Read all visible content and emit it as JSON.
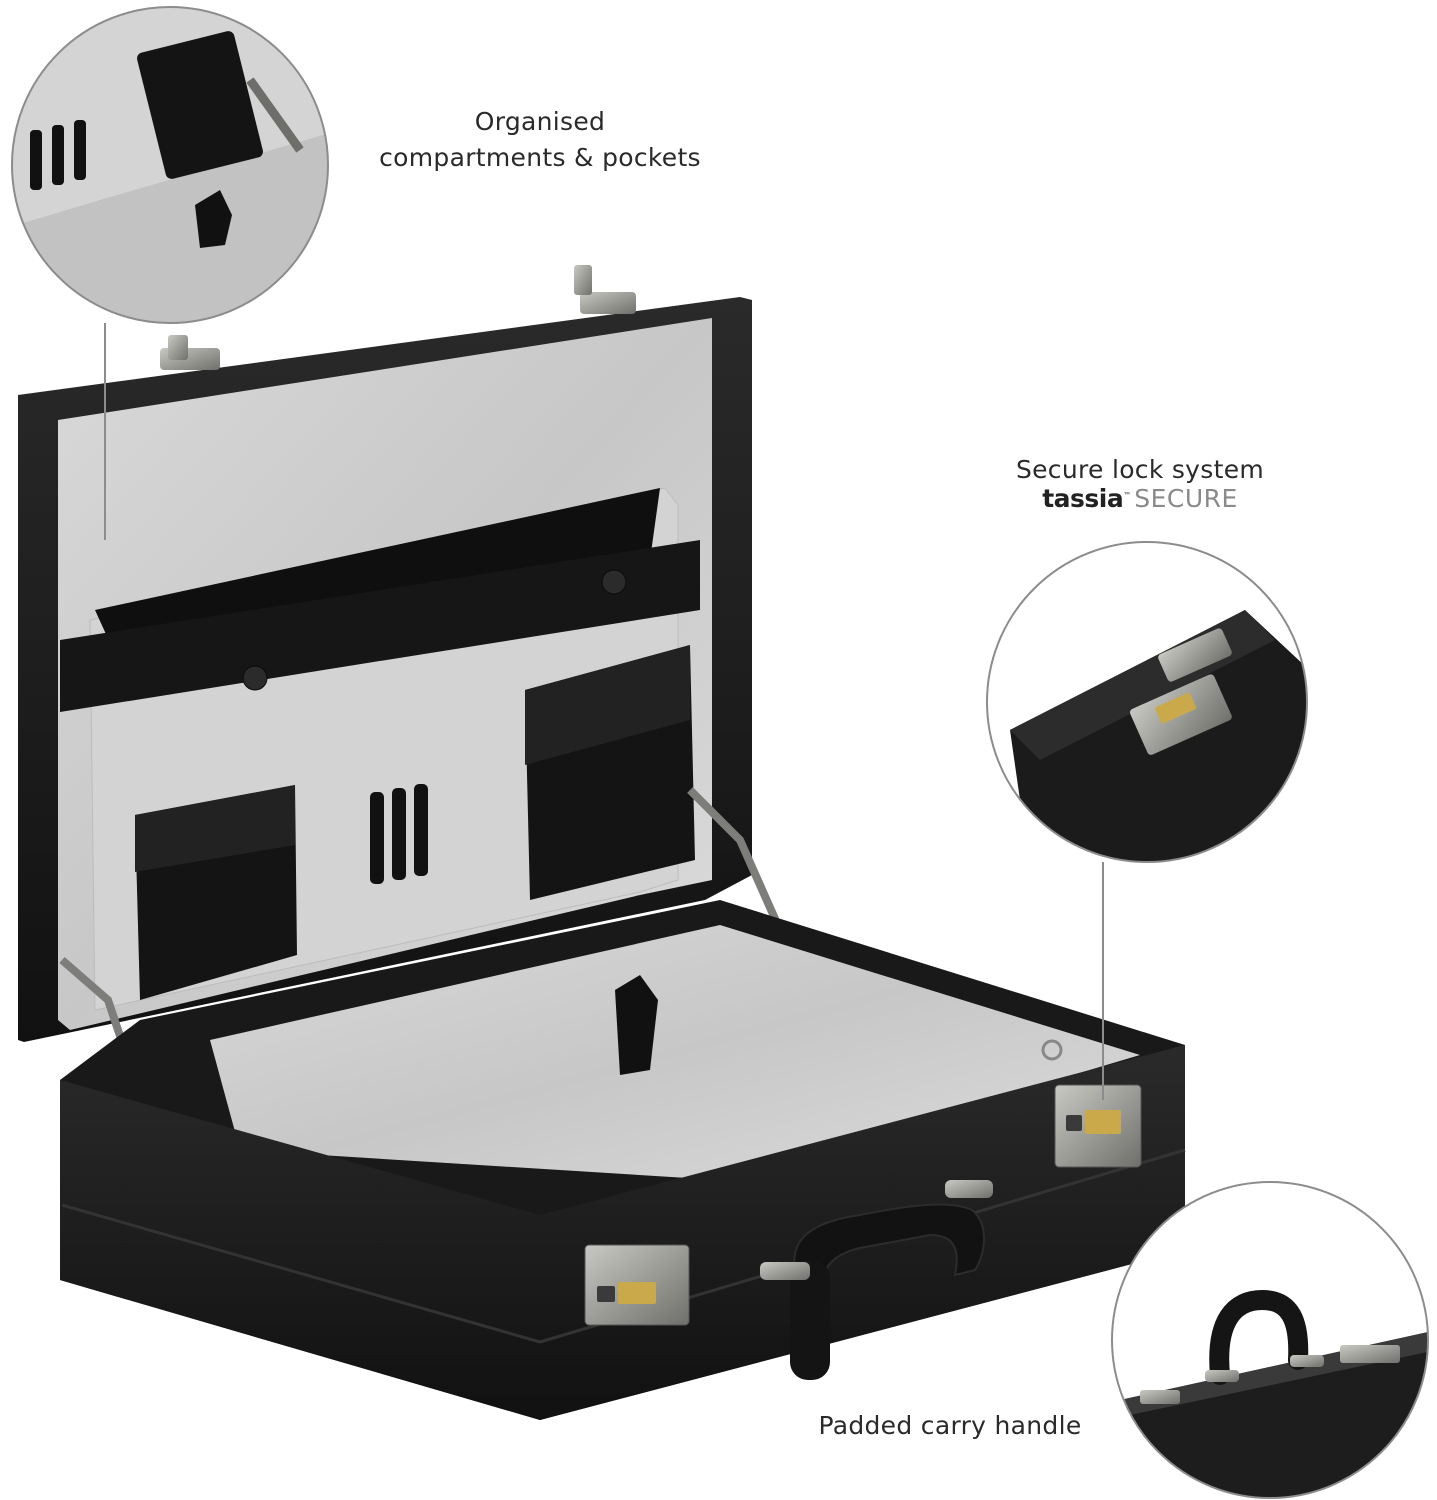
{
  "captions": {
    "compartments_line1": "Organised",
    "compartments_line2": "compartments & pockets",
    "lock_title": "Secure lock system",
    "brand_name": "tassia",
    "brand_tm": "™",
    "brand_suffix": "SECURE",
    "handle": "Padded carry handle"
  },
  "colors": {
    "case_leather": "#1c1c1c",
    "lining": "#cfcfcf",
    "metal": "#9a9a96",
    "brass": "#c9a94a",
    "callout_ring": "#8c8c8c",
    "text": "#2a2a2a"
  }
}
